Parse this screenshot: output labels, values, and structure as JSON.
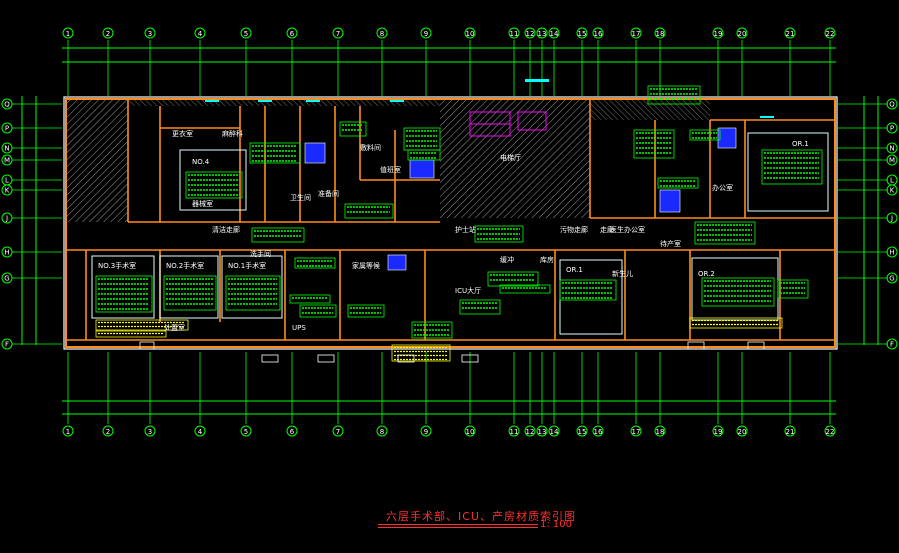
{
  "drawing": {
    "title": "六层手术部、ICU、产房材质索引图",
    "scale": "1: 100",
    "colors": {
      "background": "#000000",
      "grid": "#00ff00",
      "axis_label": "#ffffff",
      "wall": "#ff8c1a",
      "wall_edge": "#ffffff",
      "hatch": "#b8b8b8",
      "room_text": "#ffffff",
      "tag_green": "#00ff00",
      "tag_yellow": "#ffff00",
      "equipment_blue": "#1a2aff",
      "magenta": "#ff00ff",
      "title_red": "#ff3030",
      "cyan": "#00ffff"
    },
    "axes_top": [
      "1",
      "2",
      "3",
      "4",
      "5",
      "6",
      "7",
      "8",
      "9",
      "10",
      "11",
      "12",
      "13",
      "14",
      "15",
      "16",
      "17",
      "18",
      "19",
      "20",
      "21",
      "22"
    ],
    "axes_bottom": [
      "1",
      "2",
      "3",
      "4",
      "5",
      "6",
      "7",
      "8",
      "9",
      "10",
      "11",
      "12",
      "13",
      "14",
      "15",
      "16",
      "17",
      "18",
      "19",
      "20",
      "21",
      "22"
    ],
    "axes_left": [
      "Q",
      "P",
      "N",
      "M",
      "L",
      "K",
      "J",
      "H",
      "G",
      "F"
    ],
    "axes_right": [
      "Q",
      "P",
      "N",
      "M",
      "L",
      "K",
      "J",
      "H",
      "G",
      "F"
    ],
    "rooms": [
      {
        "label": "NO.4"
      },
      {
        "label": "NO.3手术室"
      },
      {
        "label": "NO.2手术室"
      },
      {
        "label": "NO.1手术室"
      },
      {
        "label": "OR.1"
      },
      {
        "label": "OR.1"
      },
      {
        "label": "OR.2"
      },
      {
        "label": "ICU大厅"
      },
      {
        "label": "UPS"
      },
      {
        "label": "清洁走廊"
      },
      {
        "label": "护士站"
      },
      {
        "label": "污物走廊"
      },
      {
        "label": "医生办公室"
      },
      {
        "label": "值班室"
      },
      {
        "label": "家属等候"
      },
      {
        "label": "缓冲"
      },
      {
        "label": "库房"
      },
      {
        "label": "办公室"
      },
      {
        "label": "待产室"
      },
      {
        "label": "新生儿"
      },
      {
        "label": "更衣室"
      },
      {
        "label": "卫生间"
      },
      {
        "label": "麻醉科"
      },
      {
        "label": "准备间"
      },
      {
        "label": "器械室"
      },
      {
        "label": "敷料间"
      },
      {
        "label": "洗手间"
      },
      {
        "label": "处置室"
      },
      {
        "label": "走廊"
      },
      {
        "label": "电梯厅"
      }
    ]
  }
}
